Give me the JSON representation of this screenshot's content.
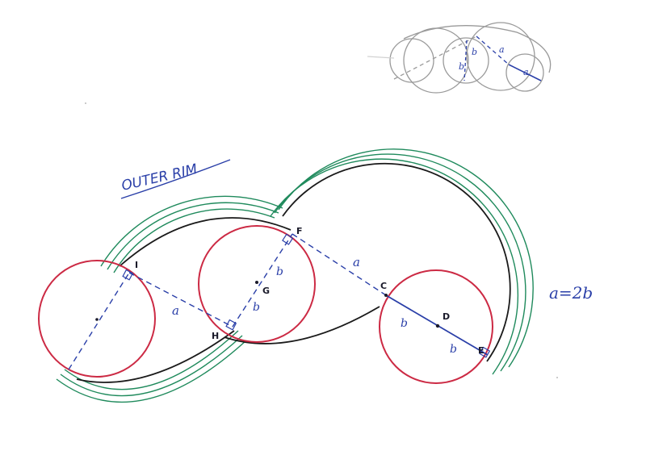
{
  "title": "OUTER RIM",
  "equation": "a=2b",
  "points": {
    "I": "I",
    "H": "H",
    "G": "G",
    "F": "F",
    "C": "C",
    "D": "D",
    "E": "E"
  },
  "dims": {
    "a_left": "a",
    "a_mid": "a",
    "b_g1": "b",
    "b_g2": "b",
    "b_cd": "b",
    "b_de": "b"
  },
  "thumb": {
    "b1": "b",
    "b2": "b",
    "a1": "a",
    "a2": "a"
  },
  "colors": {
    "red": "#cc2a44",
    "black": "#1a1a1a",
    "green": "#1f8a5c",
    "blue": "#2a3fa8",
    "pencil": "#9a9a9a"
  }
}
